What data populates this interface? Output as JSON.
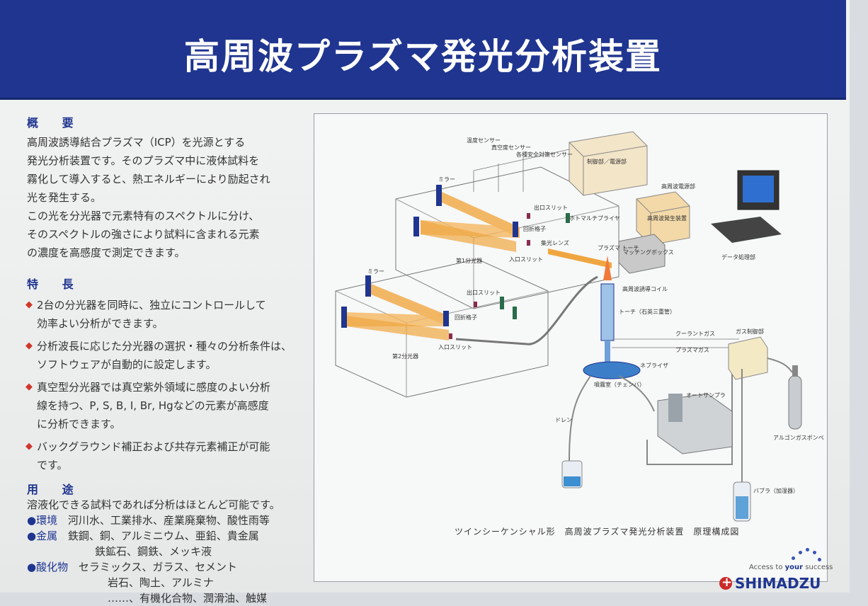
{
  "title": "高周波プラズマ発光分析装置",
  "overview": {
    "heading": "概 要",
    "lines": [
      "高周波誘導結合プラズマ（ICP）を光源とする",
      "発光分析装置です。そのプラズマ中に液体試料を",
      "霧化して導入すると、熱エネルギーにより励起され",
      "光を発生する。",
      "この光を分光器で元素特有のスペクトルに分け、",
      "そのスペクトルの強さにより試料に含まれる元素",
      "の濃度を高感度で測定できます。"
    ]
  },
  "features": {
    "heading": "特 長",
    "items": [
      {
        "l1": "2台の分光器を同時に、独立にコントロールして",
        "l2": "効率よい分析ができます。"
      },
      {
        "l1": "分析波長に応じた分光器の選択・種々の分析条件は、",
        "l2": "ソフトウェアが自動的に設定します。"
      },
      {
        "l1": "真空型分光器では真空紫外領域に感度のよい分析",
        "l2": "線を持つ、P, S, B, I, Br, Hgなどの元素が高感度",
        "l3": "に分析できます。"
      },
      {
        "l1": "バックグラウンド補正および共存元素補正が可能",
        "l2": "です。"
      }
    ]
  },
  "uses": {
    "heading": "用 途",
    "intro": "溶液化できる試料であれば分析はほとんど可能です。",
    "env_label": "●環境",
    "env_text": "河川水、工業排水、産業廃棄物、酸性雨等",
    "metal_label": "●金属",
    "metal_text1": "鉄鋼、銅、アルミニウム、亜鉛、貴金属",
    "metal_text2": "鉄鉱石、鋼鉄、メッキ液",
    "oxide_label": "●酸化物",
    "oxide_text1": "セラミックス、ガラス、セメント",
    "oxide_text2": "岩石、陶土、アルミナ",
    "oxide_text3": "……、有機化合物、潤滑油、触媒"
  },
  "diagram": {
    "labels": {
      "sensor_a": "温度センサー",
      "sensor_b": "真空度センサー",
      "sensor_c": "各種安全対策センサー",
      "control_box": "制御部／電源部",
      "hf_power": "高周波電源部",
      "hf_gen": "高周波発生装置",
      "matching": "マッチングボックス",
      "pc": "データ処理部",
      "mirror1": "ミラー",
      "grating1": "回折格子",
      "exit_slit1": "出口スリット",
      "pmt": "ホトマルチプライヤ",
      "lens": "集光レンズ",
      "entry_slit1": "入口スリット",
      "spectro1": "第1分光器",
      "plasma": "プラズマ トーチ",
      "coil": "高周波誘導コイル",
      "torch": "トーチ（石英三重管）",
      "mirror2": "ミラー",
      "exit_slit2": "出口スリット",
      "grating2": "回折格子",
      "entry_slit2": "入口スリット",
      "spectro2": "第2分光器",
      "coolant": "クーラントガス",
      "plasma_gas": "プラズマガス",
      "gas_ctrl": "ガス制御部",
      "nebulizer": "ネブライザ",
      "chamber": "噴霧室（チェンバ）",
      "autosampler": "オートサンプラ",
      "drain": "ドレン",
      "argon": "アルゴンガスボンベ",
      "bubbler": "バブラ（加湿器）"
    },
    "caption": "ツインシーケンシャル形　高周波プラズマ発光分析装置　原理構成図"
  },
  "brand": {
    "tagline_pre": "Access to ",
    "tagline_em": "your",
    "tagline_post": " success",
    "name": "SHIMADZU"
  },
  "colors": {
    "title_band": "#1f3590",
    "beam": "#f0a640",
    "accent_red": "#d0372b"
  }
}
